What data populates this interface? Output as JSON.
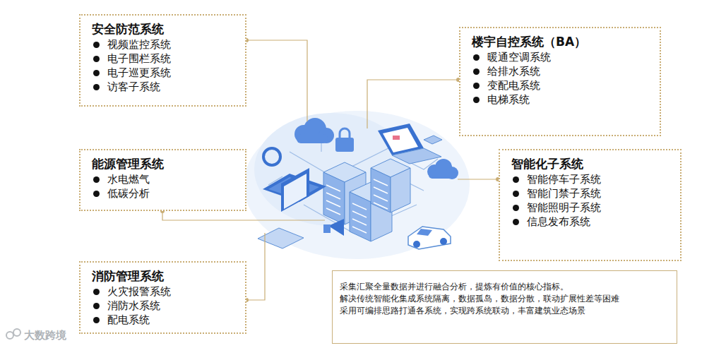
{
  "diagram": {
    "nodes": [
      {
        "text": [
          "安全防范系统",
          "视频监控系统",
          "电子围栏系统",
          "电子巡更系统",
          "访客子系统"
        ]
      },
      {
        "text": [
          "楼宇自控系统（BA）",
          "暖通空调系统",
          "给排水系统",
          "变配电系统",
          "电梯系统"
        ]
      },
      {
        "text": [
          "能源管理系统",
          "水电燃气",
          "低碳分析"
        ]
      },
      {
        "text": [
          "智能化子系统",
          "智能停车子系统",
          "智能门禁子系统",
          "智能照明子系统",
          "信息发布系统"
        ]
      },
      {
        "text": [
          "消防管理系统",
          "火灾报警系统",
          "消防水系统",
          "配电系统"
        ]
      },
      {
        "text": [
          "采集汇聚全量数据并进行融合分析，提炼有价值的核心指标。",
          "解决传统智能化集成系统隔离，数据孤岛，数据分散，联动扩展性差等困难",
          "采用可编排思路打通各系统，实现跨系统联动，丰富建筑业态场景"
        ]
      }
    ],
    "labels": [
      "大数跨境"
    ]
  }
}
